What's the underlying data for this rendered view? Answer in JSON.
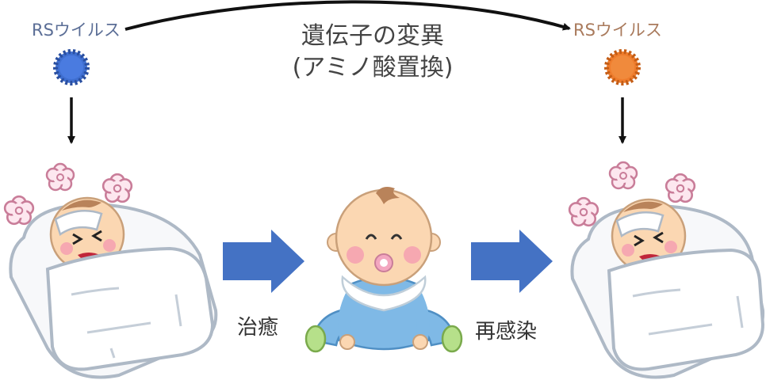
{
  "viruses": {
    "left": {
      "label": "RSウイルス",
      "color": "#3f6fd1"
    },
    "right": {
      "label": "RSウイルス",
      "color": "#ef7d2d"
    }
  },
  "mutation_caption": {
    "line1": "遺伝子の変異",
    "line2": "(アミノ酸置換)"
  },
  "steps": {
    "treatment": "治癒",
    "reinfection": "再感染"
  },
  "colors": {
    "flow_arrow": "#4472c4",
    "baby_skin": "#fbd7b2",
    "cheek": "#f6a8b1",
    "onesie": "#7fb9e6",
    "bib": "#fdfdfd",
    "blanket_outline": "#aeb9c6",
    "hair": "#b9835a"
  },
  "icons": {
    "virus": "virus-icon",
    "sick_baby": "sick-baby-in-bed-icon",
    "healthy_baby": "sitting-baby-icon",
    "fever_marks": "fever-cloud-icon"
  }
}
